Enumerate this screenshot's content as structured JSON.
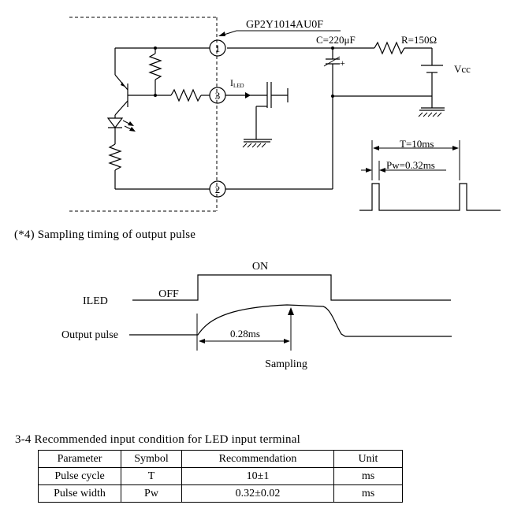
{
  "circuit": {
    "part_number": "GP2Y1014AU0F",
    "capacitor": "C=220μF",
    "resistor": "R=150Ω",
    "supply": "Vcc",
    "pin1": "1",
    "pin2": "2",
    "pin3": "3",
    "iled_main": "I",
    "iled_sub": "LED",
    "cap_polarity": "+"
  },
  "pulse_diagram": {
    "period": "T=10ms",
    "pulse_width": "Pw=0.32ms"
  },
  "timing": {
    "heading": "(*4)  Sampling  timing  of  output  pulse",
    "on_label": "ON",
    "off_label": "OFF",
    "iled_label": "ILED",
    "output_label": "Output pulse",
    "delay_label": "0.28ms",
    "sampling_label": "Sampling"
  },
  "section": {
    "heading": "3-4  Recommended  input  condition  for  LED  input  terminal"
  },
  "table": {
    "headers": [
      "Parameter",
      "Symbol",
      "Recommendation",
      "Unit"
    ],
    "rows": [
      [
        "Pulse  cycle",
        "T",
        "10±1",
        "ms"
      ],
      [
        "Pulse  width",
        "Pw",
        "0.32±0.02",
        "ms"
      ]
    ]
  }
}
